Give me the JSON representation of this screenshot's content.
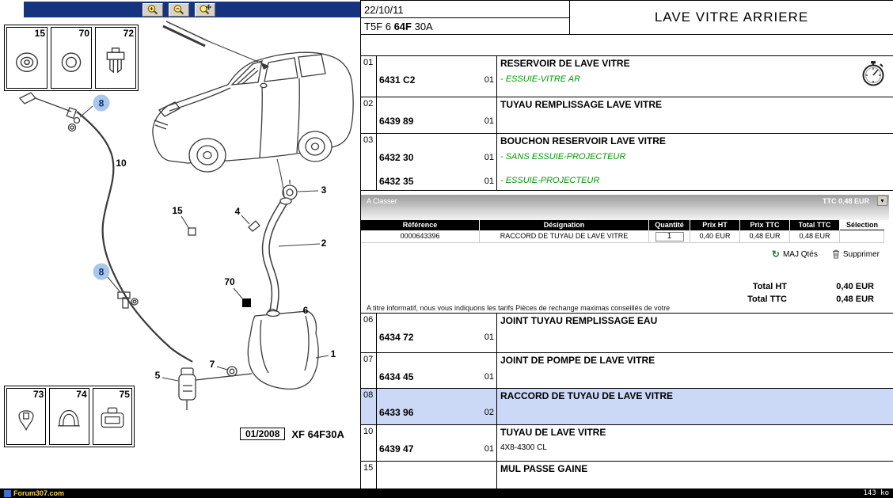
{
  "toolbar": {
    "buttons": [
      {
        "icon": "zoom-in-icon"
      },
      {
        "icon": "zoom-out-icon"
      },
      {
        "icon": "zoom-pan-icon"
      }
    ]
  },
  "diagram": {
    "thumbs_top": [
      "15",
      "70",
      "72"
    ],
    "thumbs_bottom": [
      "73",
      "74",
      "75"
    ],
    "callouts": {
      "n1": "1",
      "n2": "2",
      "n3": "3",
      "n4": "4",
      "n5": "5",
      "n6": "6",
      "n7": "7",
      "n10": "10",
      "n15": "15",
      "n70": "70"
    },
    "bubble": "8",
    "plate_date": "01/2008",
    "plate_code": "XF 64F30A"
  },
  "header": {
    "date": "22/10/11",
    "code_pre": "T5F 6 ",
    "code_bold": "64F",
    "code_post": " 30A",
    "title": "LAVE VITRE ARRIERE"
  },
  "parts_top": [
    {
      "num": "01",
      "name": "RESERVOIR DE LAVE VITRE",
      "lines": [
        {
          "ref": "6431 C2",
          "qty": "01",
          "note": "- ESSUIE-VITRE AR"
        }
      ]
    },
    {
      "num": "02",
      "name": "TUYAU REMPLISSAGE LAVE VITRE",
      "lines": [
        {
          "ref": "6439 89",
          "qty": "01",
          "note": ""
        }
      ]
    },
    {
      "num": "03",
      "name": "BOUCHON RESERVOIR LAVE VITRE",
      "lines": [
        {
          "ref": "6432 30",
          "qty": "01",
          "note": "- SANS ESSUIE-PROJECTEUR"
        },
        {
          "ref": "6432 35",
          "qty": "01",
          "note": "- ESSUIE-PROJECTEUR"
        }
      ]
    }
  ],
  "cart": {
    "title": "A Classer",
    "ttc_summary": "TTC 0,48 EUR",
    "columns": [
      "Référence",
      "Désignation",
      "Quantité",
      "Prix HT",
      "Prix TTC",
      "Total TTC",
      "Sélection"
    ],
    "row": {
      "reference": "0000643396",
      "designation": "RACCORD DE TUYAU DE LAVE VITRE",
      "quantity": "1",
      "prix_ht": "0,40 EUR",
      "prix_ttc": "0,48 EUR",
      "total_ttc": "0,48 EUR"
    },
    "maj_label": "MAJ Qtés",
    "delete_label": "Supprimer"
  },
  "totals": {
    "ht_label": "Total HT",
    "ht_value": "0,40 EUR",
    "ttc_label": "Total TTC",
    "ttc_value": "0,48 EUR"
  },
  "note": "A titre informatif, nous vous indiquons les tarifs Pièces de rechange maximas conseillés de votre",
  "parts_bottom": [
    {
      "num": "06",
      "name": "JOINT TUYAU REMPLISSAGE EAU",
      "ref": "6434 72",
      "qty": "01",
      "extra": ""
    },
    {
      "num": "07",
      "name": "JOINT DE POMPE DE LAVE VITRE",
      "ref": "6434 45",
      "qty": "01",
      "extra": ""
    },
    {
      "num": "08",
      "name": "RACCORD DE TUYAU DE LAVE VITRE",
      "ref": "6433 96",
      "qty": "02",
      "extra": ""
    },
    {
      "num": "10",
      "name": "TUYAU DE LAVE VITRE",
      "ref": "6439 47",
      "qty": "01",
      "extra": "4X8-4300 CL"
    },
    {
      "num": "15",
      "name": "MUL PASSE GAINE",
      "ref": "",
      "qty": "",
      "extra": ""
    }
  ],
  "statusbar": {
    "site": "Forum307.com",
    "size": "143 ko"
  },
  "colors": {
    "highlight_row": "#ccd9f6",
    "note_green": "#009a00",
    "toolbar_blue": "#16337f"
  }
}
